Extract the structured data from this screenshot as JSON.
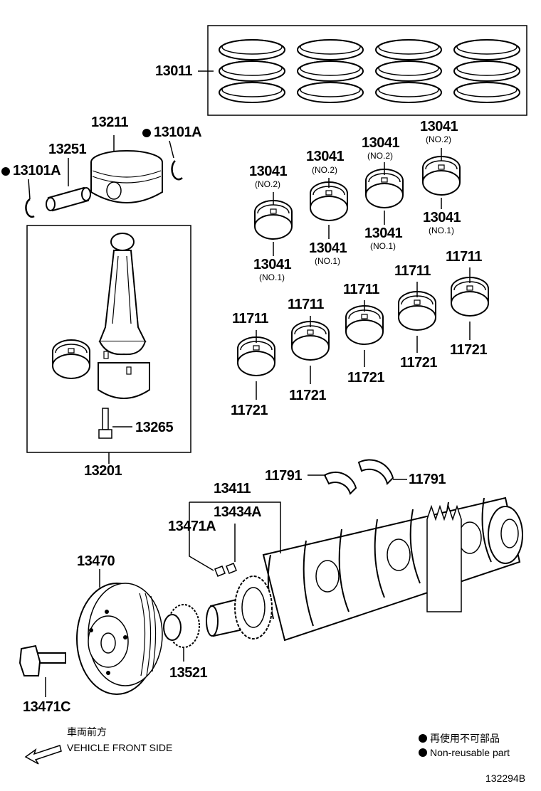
{
  "parts": {
    "piston_ring_set": "13011",
    "piston": "13211",
    "piston_pin": "13251",
    "snap_ring": "13101A",
    "snap_ring_left": "13101A",
    "conrod_assy": "13201",
    "conrod_bolt": "13265",
    "conrod_bearing": "13041",
    "main_bearing_upper": "11711",
    "main_bearing_lower": "11721",
    "thrust_washer": "11791",
    "crankshaft_pulley": "13470",
    "pulley_bolt": "13471C",
    "crank_timing_gear": "13521",
    "crankshaft": "13411",
    "crank_key_a": "13434A",
    "crank_key_b": "13471A"
  },
  "bearing_tags": {
    "no2": "(NO.2)",
    "no1": "(NO.1)"
  },
  "legend": {
    "front_jp": "車両前方",
    "front_en": "VEHICLE FRONT SIDE",
    "nonreusable_jp": "再使用不可部品",
    "nonreusable_en": "Non-reusable part"
  },
  "diagram_code": "132294B"
}
